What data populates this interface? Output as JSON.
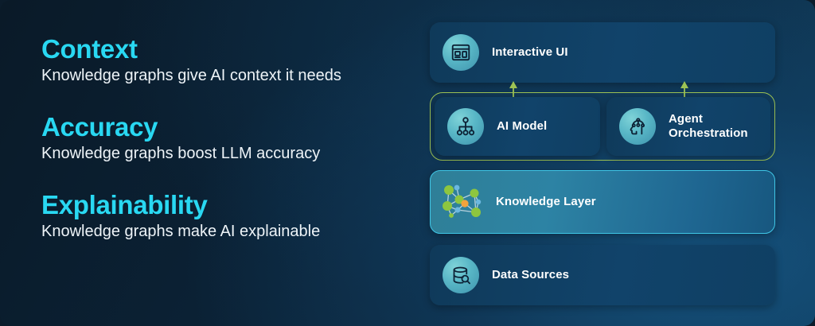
{
  "theme": {
    "accent_cyan": "#29d8f2",
    "highlight_green": "#9dc254",
    "card_border_cyan": "#3fc6e6",
    "text_white": "#eef4f8",
    "background_navy": "#0b2236"
  },
  "benefits": [
    {
      "title": "Context",
      "description": "Knowledge graphs give AI context it needs"
    },
    {
      "title": "Accuracy",
      "description": "Knowledge graphs boost LLM accuracy"
    },
    {
      "title": "Explainability",
      "description": "Knowledge graphs make AI explainable"
    }
  ],
  "stack": {
    "interactive_ui": {
      "label": "Interactive UI",
      "icon": "browser-layout-icon"
    },
    "ai_model": {
      "label": "AI Model",
      "icon": "hierarchy-tree-icon"
    },
    "agent_orchestration": {
      "label": "Agent\nOrchestration",
      "icon": "ai-head-circuit-icon"
    },
    "knowledge_layer": {
      "label": "Knowledge Layer",
      "icon": "knowledge-graph-icon"
    },
    "data_sources": {
      "label": "Data Sources",
      "icon": "database-search-icon"
    },
    "connectors": {
      "left_arrow": "arrow-up-icon",
      "right_arrow": "arrow-up-icon"
    }
  }
}
